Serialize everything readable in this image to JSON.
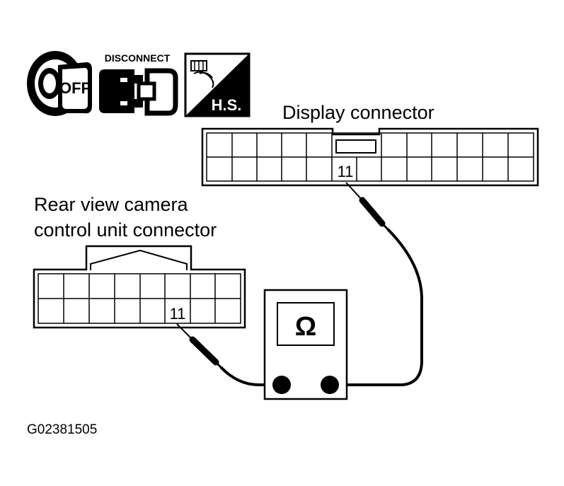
{
  "icons": {
    "ignition": {
      "name": "ignition-key-icon",
      "text": "OFF"
    },
    "disconnect": {
      "name": "battery-disconnect-icon",
      "text": "DISCONNECT"
    },
    "harness": {
      "name": "harness-side-icon",
      "text": "H.S."
    }
  },
  "display_connector": {
    "label": "Display connector",
    "pin": "11"
  },
  "camera_connector": {
    "label_line1": "Rear view camera",
    "label_line2": "control unit connector",
    "pin": "11"
  },
  "meter": {
    "symbol": "Ω"
  },
  "figure_id": "G02381505"
}
